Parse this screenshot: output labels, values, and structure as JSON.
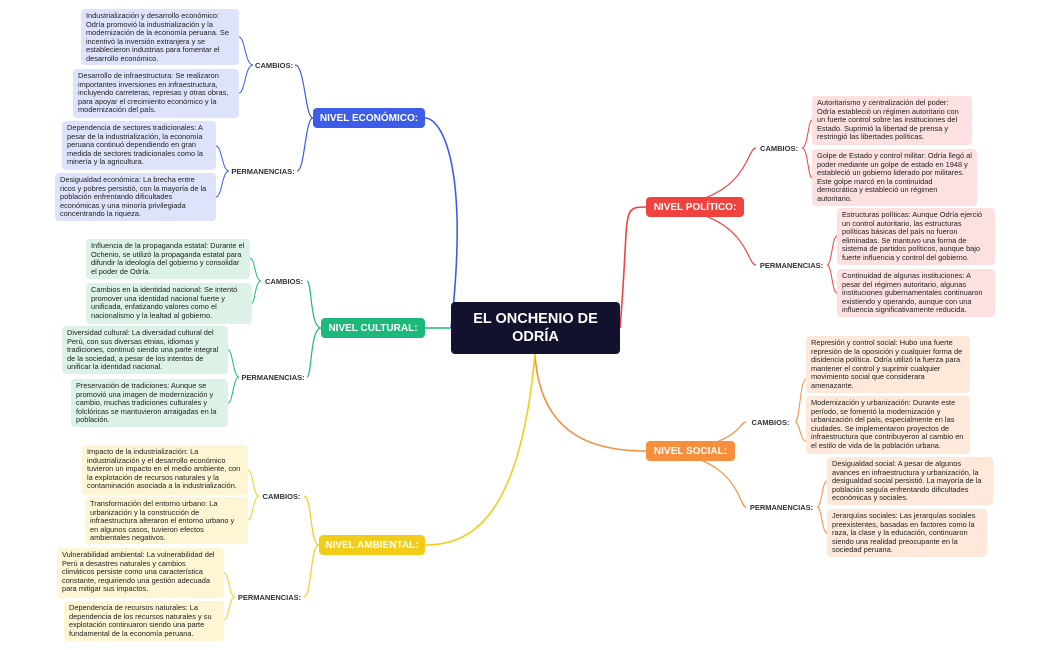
{
  "central": {
    "title": "EL ONCHENIO DE ODRÍA"
  },
  "colors": {
    "economico": "#3d5de8",
    "politico": "#f0433f",
    "cultural": "#1db97a",
    "social": "#f58f3e",
    "ambiental": "#f1cd1a"
  },
  "branches": {
    "economico": {
      "label": "NIVEL ECONÓMICO:",
      "cambios_label": "CAMBIOS:",
      "permanencias_label": "PERMANENCIAS:",
      "cambios": [
        "Industrialización y desarrollo económico: Odría promovió la industrialización y la modernización de la economía peruana. Se incentivó la inversión extranjera y se establecieron industrias para fomentar el desarrollo económico.",
        "Desarrollo de infraestructura: Se realizaron importantes inversiones en infraestructura, incluyendo carreteras, represas y otras obras, para apoyar el crecimiento económico y la modernización del país."
      ],
      "permanencias": [
        "Dependencia de sectores tradicionales: A pesar de la industrialización, la economía peruana continuó dependiendo en gran medida de sectores tradicionales como la minería y la agricultura.",
        "Desigualdad económica: La brecha entre ricos y pobres persistió, con la mayoría de la población enfrentando dificultades económicas y una minoría privilegiada concentrando la riqueza."
      ]
    },
    "politico": {
      "label": "NIVEL POLÍTICO:",
      "cambios_label": "CAMBIOS:",
      "permanencias_label": "PERMANENCIAS:",
      "cambios": [
        "Autoritarismo y centralización del poder: Odría estableció un régimen autoritario con un fuerte control sobre las instituciones del Estado. Suprimió la libertad de prensa y restringió las libertades políticas.",
        "Golpe de Estado y control militar: Odría llegó al poder mediante un golpe de estado en 1948 y estableció un gobierno liderado por militares. Este golpe marcó en la continuidad democrática y estableció un régimen autoritario."
      ],
      "permanencias": [
        "Estructuras políticas: Aunque Odría ejerció un control autoritario, las estructuras políticas básicas del país no fueron eliminadas. Se mantuvo una forma de sistema de partidos políticos, aunque bajo fuerte influencia y control del gobierno.",
        "Continuidad de algunas instituciones: A pesar del régimen autoritario, algunas instituciones gubernamentales continuaron existiendo y operando, aunque con una influencia significativamente reducida."
      ]
    },
    "cultural": {
      "label": "NIVEL CULTURAL:",
      "cambios_label": "CAMBIOS:",
      "permanencias_label": "PERMANENCIAS:",
      "cambios": [
        "Influencia de la propaganda estatal: Durante el Ochenio, se utilizó la propaganda estatal para difundir la ideología del gobierno y consolidar el poder de Odría.",
        "Cambios en la identidad nacional: Se intentó promover una identidad nacional fuerte y unificada, enfatizando valores como el nacionalismo y la lealtad al gobierno."
      ],
      "permanencias": [
        "Diversidad cultural: La diversidad cultural del Perú, con sus diversas etnias, idiomas y tradiciones, continuó siendo una parte integral de la sociedad, a pesar de los intentos de unificar la identidad nacional.",
        "Preservación de tradiciones: Aunque se promovió una imagen de modernización y cambio, muchas tradiciones culturales y folclóricas se mantuvieron arraigadas en la población."
      ]
    },
    "social": {
      "label": "NIVEL SOCIAL:",
      "cambios_label": "CAMBIOS:",
      "permanencias_label": "PERMANENCIAS:",
      "cambios": [
        "Represión y control social: Hubo una fuerte represión de la oposición y cualquier forma de disidencia política. Odría utilizó la fuerza para mantener el control y suprimir cualquier movimiento social que considerara amenazante.",
        "Modernización y urbanización: Durante este período, se fomentó la modernización y urbanización del país, especialmente en las ciudades. Se implementaron proyectos de infraestructura que contribuyeron al cambio en el estilo de vida de la población urbana."
      ],
      "permanencias": [
        "Desigualdad social: A pesar de algunos avances en infraestructura y urbanización, la desigualdad social persistió. La mayoría de la población seguía enfrentando dificultades económicas y sociales.",
        "Jerarquías sociales: Las jerarquías sociales preexistentes, basadas en factores como la raza, la clase y la educación, continuaron siendo una realidad preocupante en la sociedad peruana."
      ]
    },
    "ambiental": {
      "label": "NIVEL AMBIENTAL:",
      "cambios_label": "CAMBIOS:",
      "permanencias_label": "PERMANENCIAS:",
      "cambios": [
        "Impacto de la industrialización: La industrialización y el desarrollo económico tuvieron un impacto en el medio ambiente, con la explotación de recursos naturales y la contaminación asociada a la industrialización.",
        "Transformación del entorno urbano: La urbanización y la construcción de infraestructura alteraron el entorno urbano y en algunos casos, tuvieron efectos ambientales negativos."
      ],
      "permanencias": [
        "Vulnerabilidad ambiental: La vulnerabilidad del Perú a desastres naturales y cambios climáticos persiste como una característica constante, requiriendo una gestión adecuada para mitigar sus impactos.",
        "Dependencia de recursos naturales: La dependencia de los recursos naturales y su explotación continuaron siendo una parte fundamental de la economía peruana."
      ]
    }
  }
}
